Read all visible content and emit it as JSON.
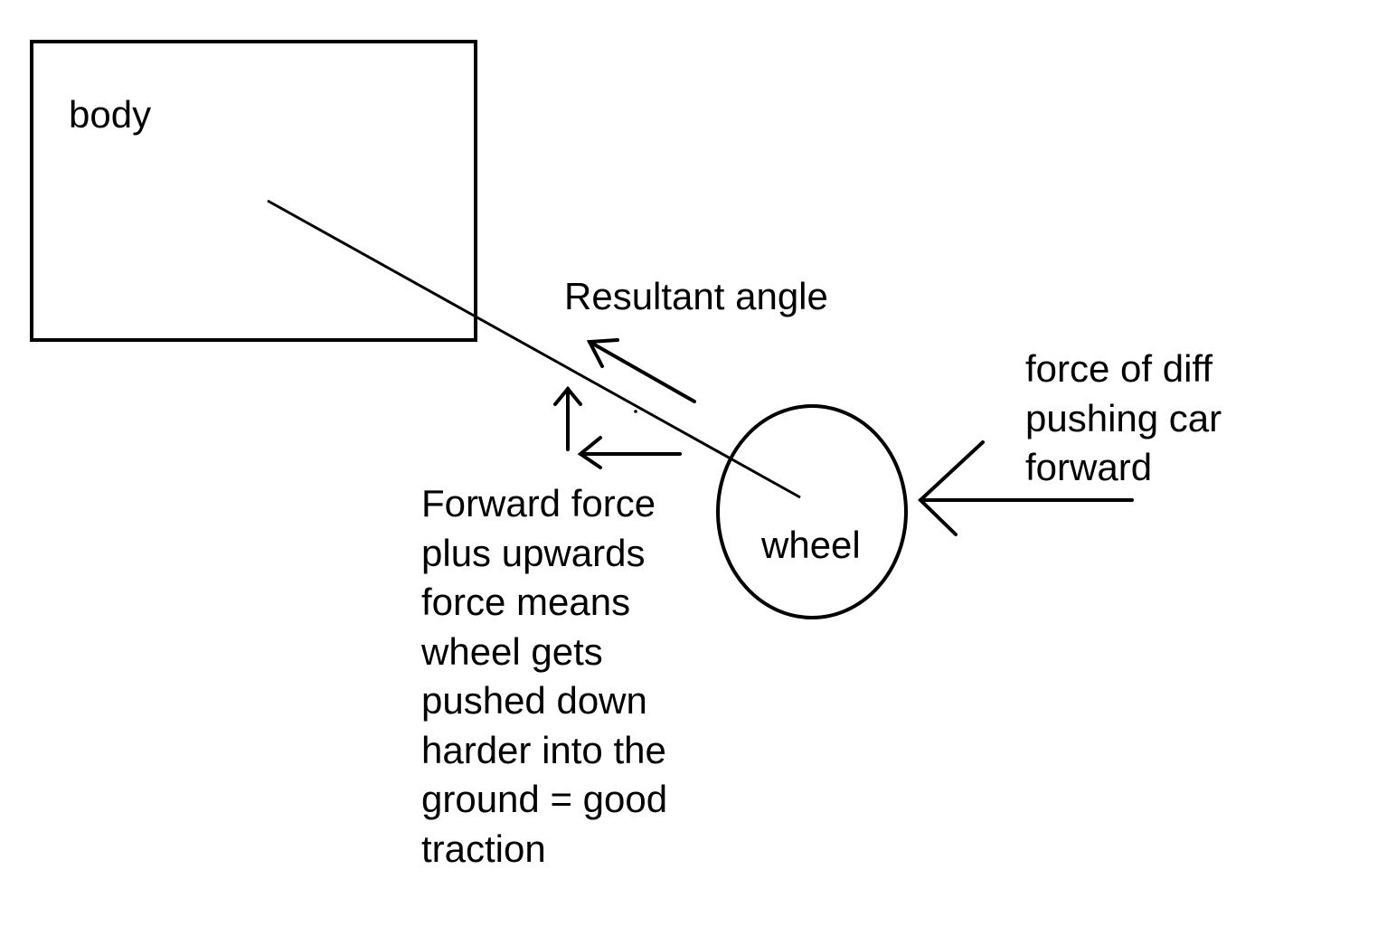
{
  "labels": {
    "body": "body",
    "resultant": "Resultant angle",
    "diff": "force of diff\npushing car\nforward",
    "wheel": "wheel",
    "forward": "Forward force\nplus upwards\nforce means\nwheel gets\npushed down\nharder into the\nground = good\ntraction"
  },
  "colors": {
    "stroke": "#000000",
    "background": "#ffffff"
  }
}
